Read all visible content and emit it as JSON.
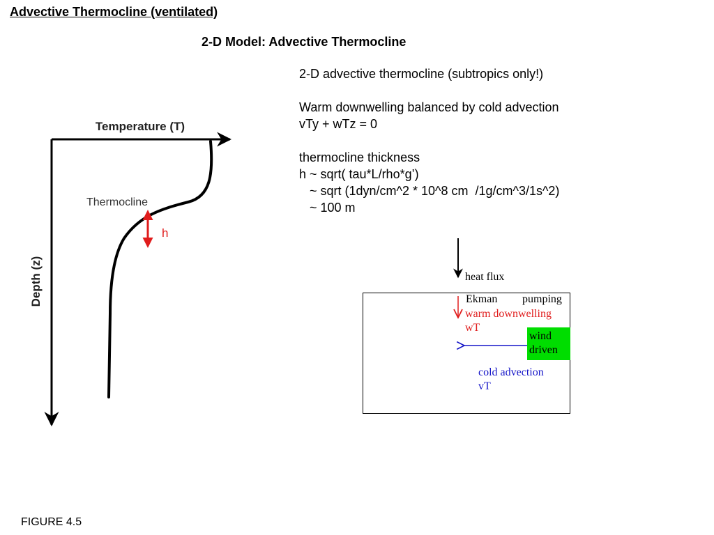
{
  "page": {
    "title": "Advective Thermocline (ventilated)",
    "subtitle": "2-D Model: Advective Thermocline",
    "figure_caption": "FIGURE 4.5"
  },
  "notes": {
    "lines": [
      "2-D advective thermocline (subtropics only!)",
      "",
      "Warm downwelling balanced by cold advection",
      "vTy + wTz = 0",
      "",
      "thermocline thickness",
      "h ~ sqrt( tau*L/rho*g’)",
      "   ~ sqrt (1dyn/cm^2 * 10^8 cm  /1g/cm^3/1s^2)",
      "   ~ 100 m"
    ]
  },
  "profile_figure": {
    "x_axis_label": "Temperature (T)",
    "y_axis_label": "Depth (z)",
    "curve_label": "Thermocline",
    "thickness_label": "h",
    "colors": {
      "thickness_arrow": "#e01c1c",
      "axes": "#000000"
    }
  },
  "schematic": {
    "heat_flux_label": "heat flux",
    "ekman_label": "Ekman",
    "pumping_label": "pumping",
    "warm_line1": "warm downwelling",
    "warm_line2": "wT",
    "wind_line1": "wind",
    "wind_line2": "driven",
    "cold_line1": "cold advection",
    "cold_line2": "vT",
    "colors": {
      "warm": "#e01c1c",
      "cold": "#1515c8",
      "wind_box": "#00dd00"
    }
  }
}
